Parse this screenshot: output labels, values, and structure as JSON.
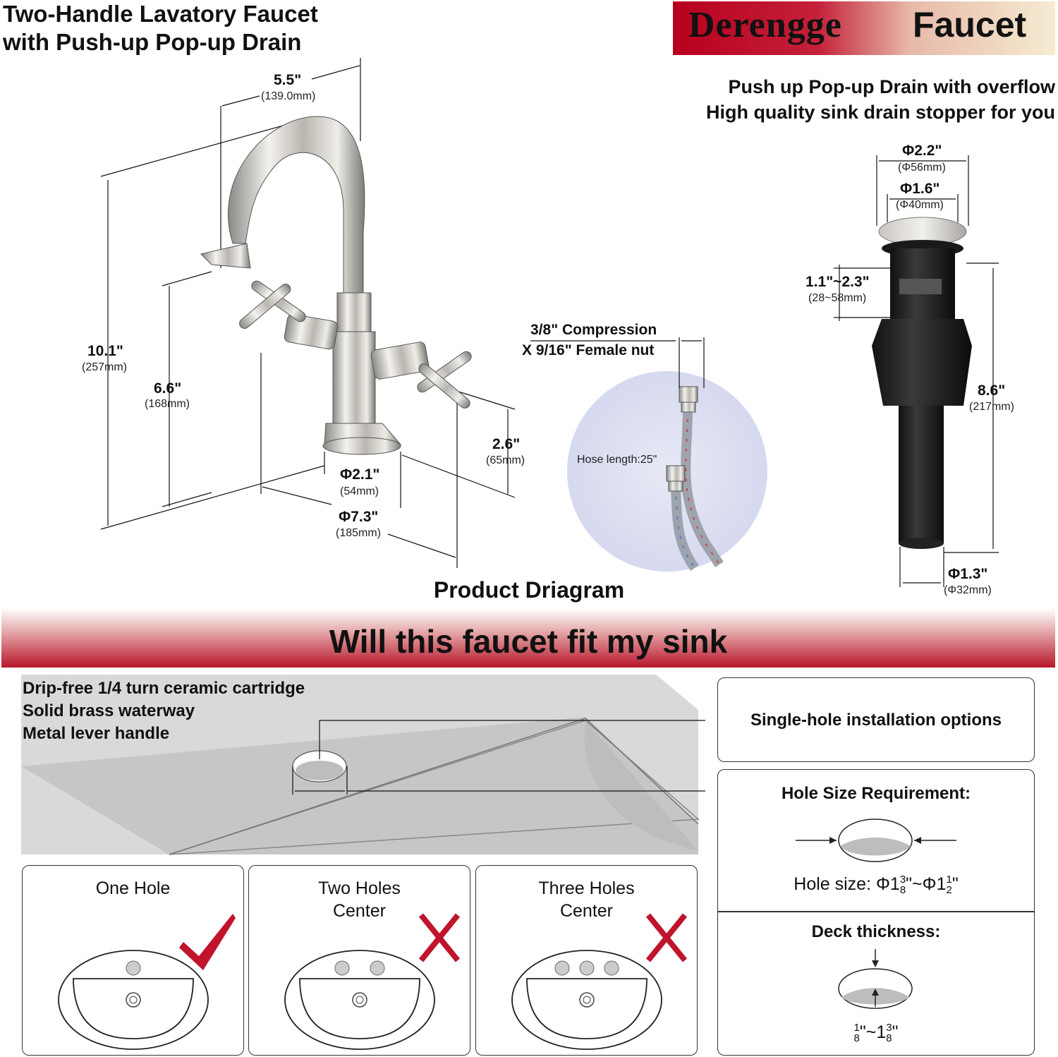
{
  "header": {
    "title_line1": "Two-Handle Lavatory Faucet",
    "title_line2": "with Push-up Pop-up Drain",
    "brand_name": "Derengge",
    "brand_product": "Faucet",
    "tagline1": "Push up Pop-up Drain with overflow",
    "tagline2": "High quality sink drain stopper for you"
  },
  "faucet_dims": {
    "width_in": "5.5\"",
    "width_mm": "(139.0mm)",
    "height_in": "10.1\"",
    "height_mm": "(257mm)",
    "spout_in": "6.6\"",
    "spout_mm": "(168mm)",
    "handle_in": "2.6\"",
    "handle_mm": "(65mm)",
    "base_in": "Φ2.1\"",
    "base_mm": "(54mm)",
    "spread_in": "Φ7.3\"",
    "spread_mm": "(185mm)"
  },
  "hose": {
    "label1": "3/8\" Compression",
    "label2": "X 9/16\" Female nut",
    "length": "Hose length:25\""
  },
  "drain_dims": {
    "cap_in": "Φ2.2\"",
    "cap_mm": "(Φ56mm)",
    "top_in": "Φ1.6\"",
    "top_mm": "(Φ40mm)",
    "range_in": "1.1\"~2.3\"",
    "range_mm": "(28~58mm)",
    "length_in": "8.6\"",
    "length_mm": "(217mm)",
    "pipe_in": "Φ1.3\"",
    "pipe_mm": "(Φ32mm)"
  },
  "product_diagram_label": "Product Driagram",
  "fit_banner": "Will this faucet fit my sink",
  "features": [
    "Drip-free 1/4 turn ceramic cartridge",
    "Solid brass waterway",
    "Metal lever handle"
  ],
  "install": {
    "single_hole": "Single-hole installation options",
    "hole_size_title": "Hole Size Requirement:",
    "hole_size_prefix": "Hole size: Φ1",
    "hole_size_frac1_num": "3",
    "hole_size_frac1_den": "8",
    "hole_size_sep": "\"~Φ1",
    "hole_size_frac2_num": "1",
    "hole_size_frac2_den": "2",
    "hole_size_end": "\"",
    "deck_title": "Deck thickness:",
    "deck_num1": "1",
    "deck_den1": "8",
    "deck_sep": "\"~1",
    "deck_num2": "3",
    "deck_den2": "8",
    "deck_end": "\""
  },
  "holes": [
    {
      "line1": "One Hole",
      "line2": "",
      "fits": true
    },
    {
      "line1": "Two Holes",
      "line2": "Center",
      "fits": false
    },
    {
      "line1": "Three Holes",
      "line2": "Center",
      "fits": false
    }
  ],
  "colors": {
    "accent": "#b8001e",
    "check": "#c0142c"
  }
}
